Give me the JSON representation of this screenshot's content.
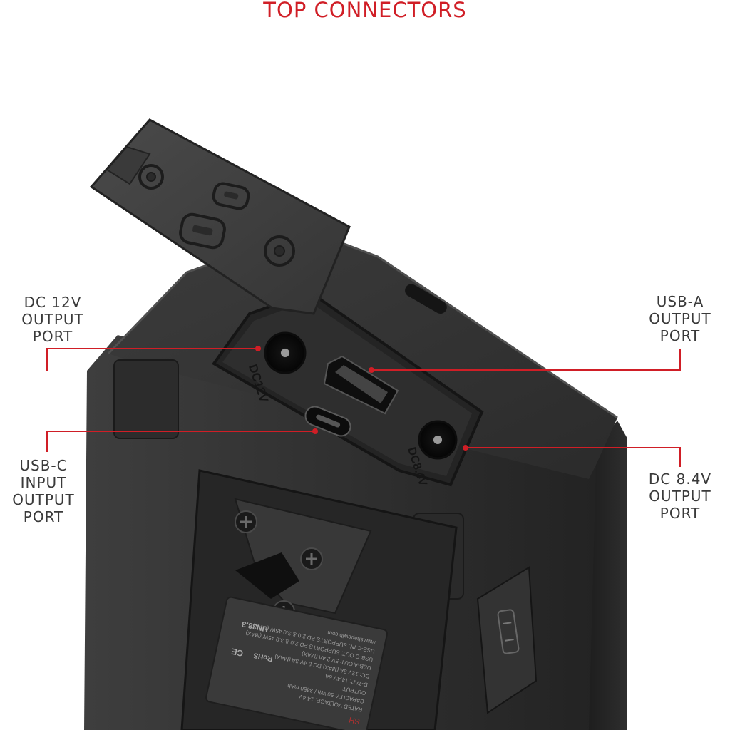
{
  "title": "TOP CONNECTORS",
  "callouts": {
    "dc12v": [
      "DC 12V",
      "OUTPUT",
      "PORT"
    ],
    "usb_c": [
      "USB-C",
      "INPUT",
      "OUTPUT",
      "PORT"
    ],
    "usb_a": [
      "USB-A",
      "OUTPUT",
      "PORT"
    ],
    "dc84v": [
      "DC 8.4V",
      "OUTPUT",
      "PORT"
    ]
  },
  "port_markings": {
    "dc12v": "DC12V",
    "dc84v": "DC8.4V"
  },
  "label_plate": {
    "brand": "SH",
    "lines": [
      "RATED VOLTAGE: 14.4V",
      "CAPACITY: 50 Wh / 3450 mAh",
      "OUTPUT:",
      "D-TAP: 14.4V 5A",
      "DC: 12V 3A (MAX)  DC 8.4V 3A (MAX)",
      "USB-A OUT: 5V 2.4A (MAX)",
      "USB-C OUT: SUPPORTS PD 2.0 & 3.0 45W (MAX)",
      "USB-C IN: SUPPORTS PD 2.0 & 3.0 45W (MAX)",
      "www.shapewlb.com"
    ],
    "marks": [
      "RoHS",
      "CE",
      "UN38.3"
    ]
  },
  "colors": {
    "accent": "#d01e26",
    "label_text": "#3a3a3a",
    "body": "#2a2a2a"
  }
}
